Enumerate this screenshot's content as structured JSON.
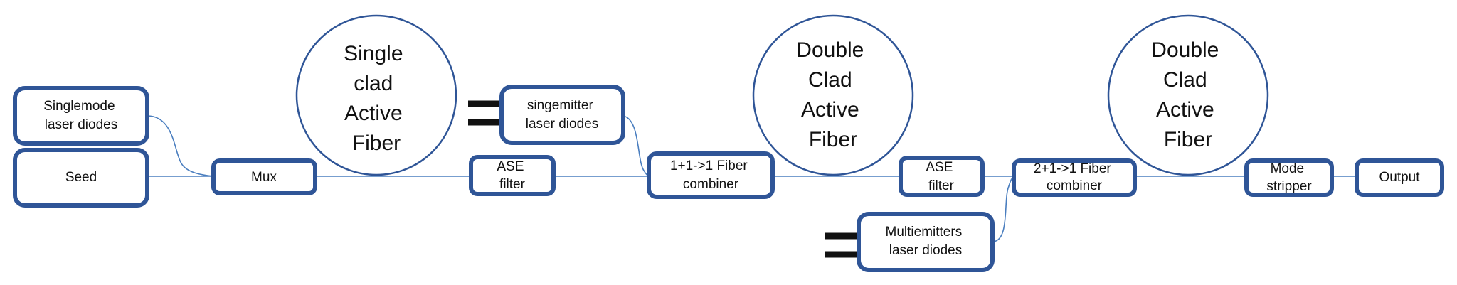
{
  "components": {
    "singlemode_laser_diodes": [
      "Singlemode",
      "laser diodes"
    ],
    "seed": [
      "Seed"
    ],
    "mux": [
      "Mux"
    ],
    "single_clad_fiber": [
      "Single",
      "clad",
      "Active",
      "Fiber"
    ],
    "singemitter_laser_diodes": [
      "singemitter",
      "laser diodes"
    ],
    "ase_filter_1": [
      "ASE",
      "filter"
    ],
    "fiber_combiner_1": [
      "1+1->1 Fiber",
      "combiner"
    ],
    "double_clad_fiber_1": [
      "Double",
      "Clad",
      "Active",
      "Fiber"
    ],
    "ase_filter_2": [
      "ASE",
      "filter"
    ],
    "fiber_combiner_2": [
      "2+1->1 Fiber",
      "combiner"
    ],
    "multiemitters_laser_diodes": [
      "Multiemitters",
      "laser diodes"
    ],
    "double_clad_fiber_2": [
      "Double",
      "Clad",
      "Active",
      "Fiber"
    ],
    "mode_stripper": [
      "Mode",
      "stripper"
    ],
    "output": [
      "Output"
    ]
  },
  "colors": {
    "box_border": "#2f5597",
    "fiber_line": "#4a7ebf",
    "pump_bars": "#111111"
  }
}
